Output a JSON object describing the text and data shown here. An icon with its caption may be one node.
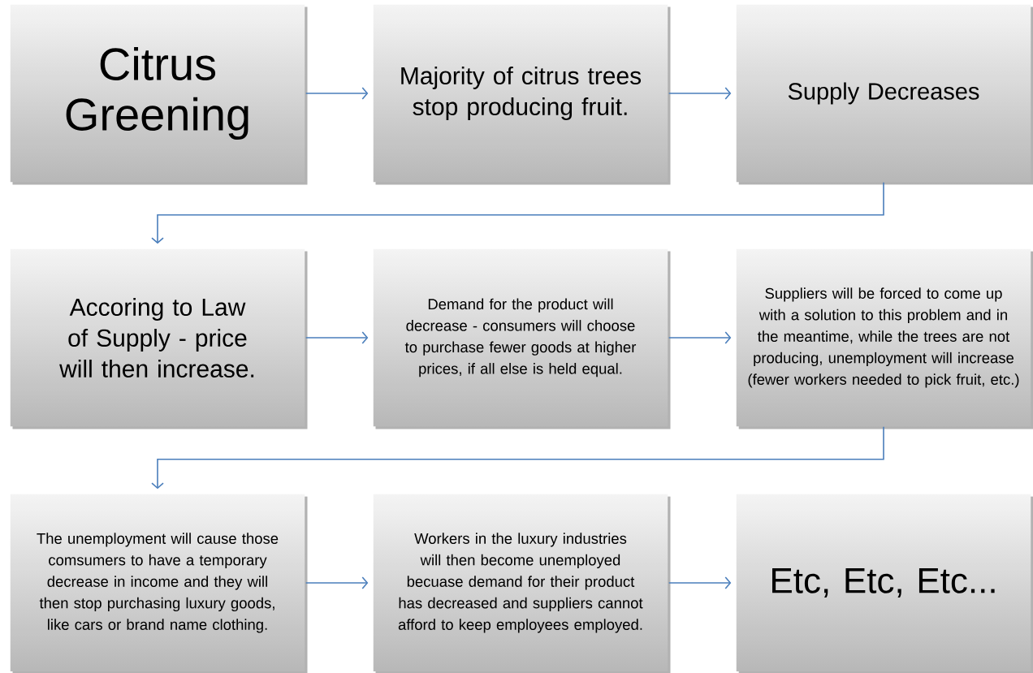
{
  "diagram": {
    "nodes": [
      {
        "text": [
          "Citrus Greening"
        ]
      },
      {
        "text": [
          "Majority of citrus trees stop producing fruit."
        ]
      },
      {
        "text": [
          "Supply Decreases"
        ]
      },
      {
        "text": [
          "Accoring to Law of Supply - price will then increase."
        ]
      },
      {
        "text": [
          "Demand for the product will decrease - consumers will choose to purchase fewer goods at higher prices, if all else is held equal."
        ]
      },
      {
        "text": [
          "Suppliers will be forced to come up with a solution to this problem and in the meantime, while the trees are not producing, unemployment will increase (fewer workers needed to pick fruit, etc.)"
        ]
      },
      {
        "text": [
          "The unemployment will cause those comsumers to have a temporary decrease in income and they will then stop purchasing luxury goods, like cars or brand name clothing."
        ]
      },
      {
        "text": [
          "Workers in the luxury industries will then become unemployed becuase demand for their product has decreased and suppliers cannot afford to keep employees employed."
        ]
      },
      {
        "text": [
          "Etc, Etc, Etc..."
        ]
      }
    ],
    "edges": [
      {
        "from": 0,
        "to": 1,
        "arrow": "to"
      },
      {
        "from": 1,
        "to": 2,
        "arrow": "to"
      },
      {
        "from": 2,
        "to": 3,
        "arrow": "to"
      },
      {
        "from": 3,
        "to": 4,
        "arrow": "to"
      },
      {
        "from": 4,
        "to": 5,
        "arrow": "to"
      },
      {
        "from": 5,
        "to": 6,
        "arrow": "to"
      },
      {
        "from": 6,
        "to": 7,
        "arrow": "to"
      },
      {
        "from": 7,
        "to": 8,
        "arrow": "to"
      }
    ]
  }
}
